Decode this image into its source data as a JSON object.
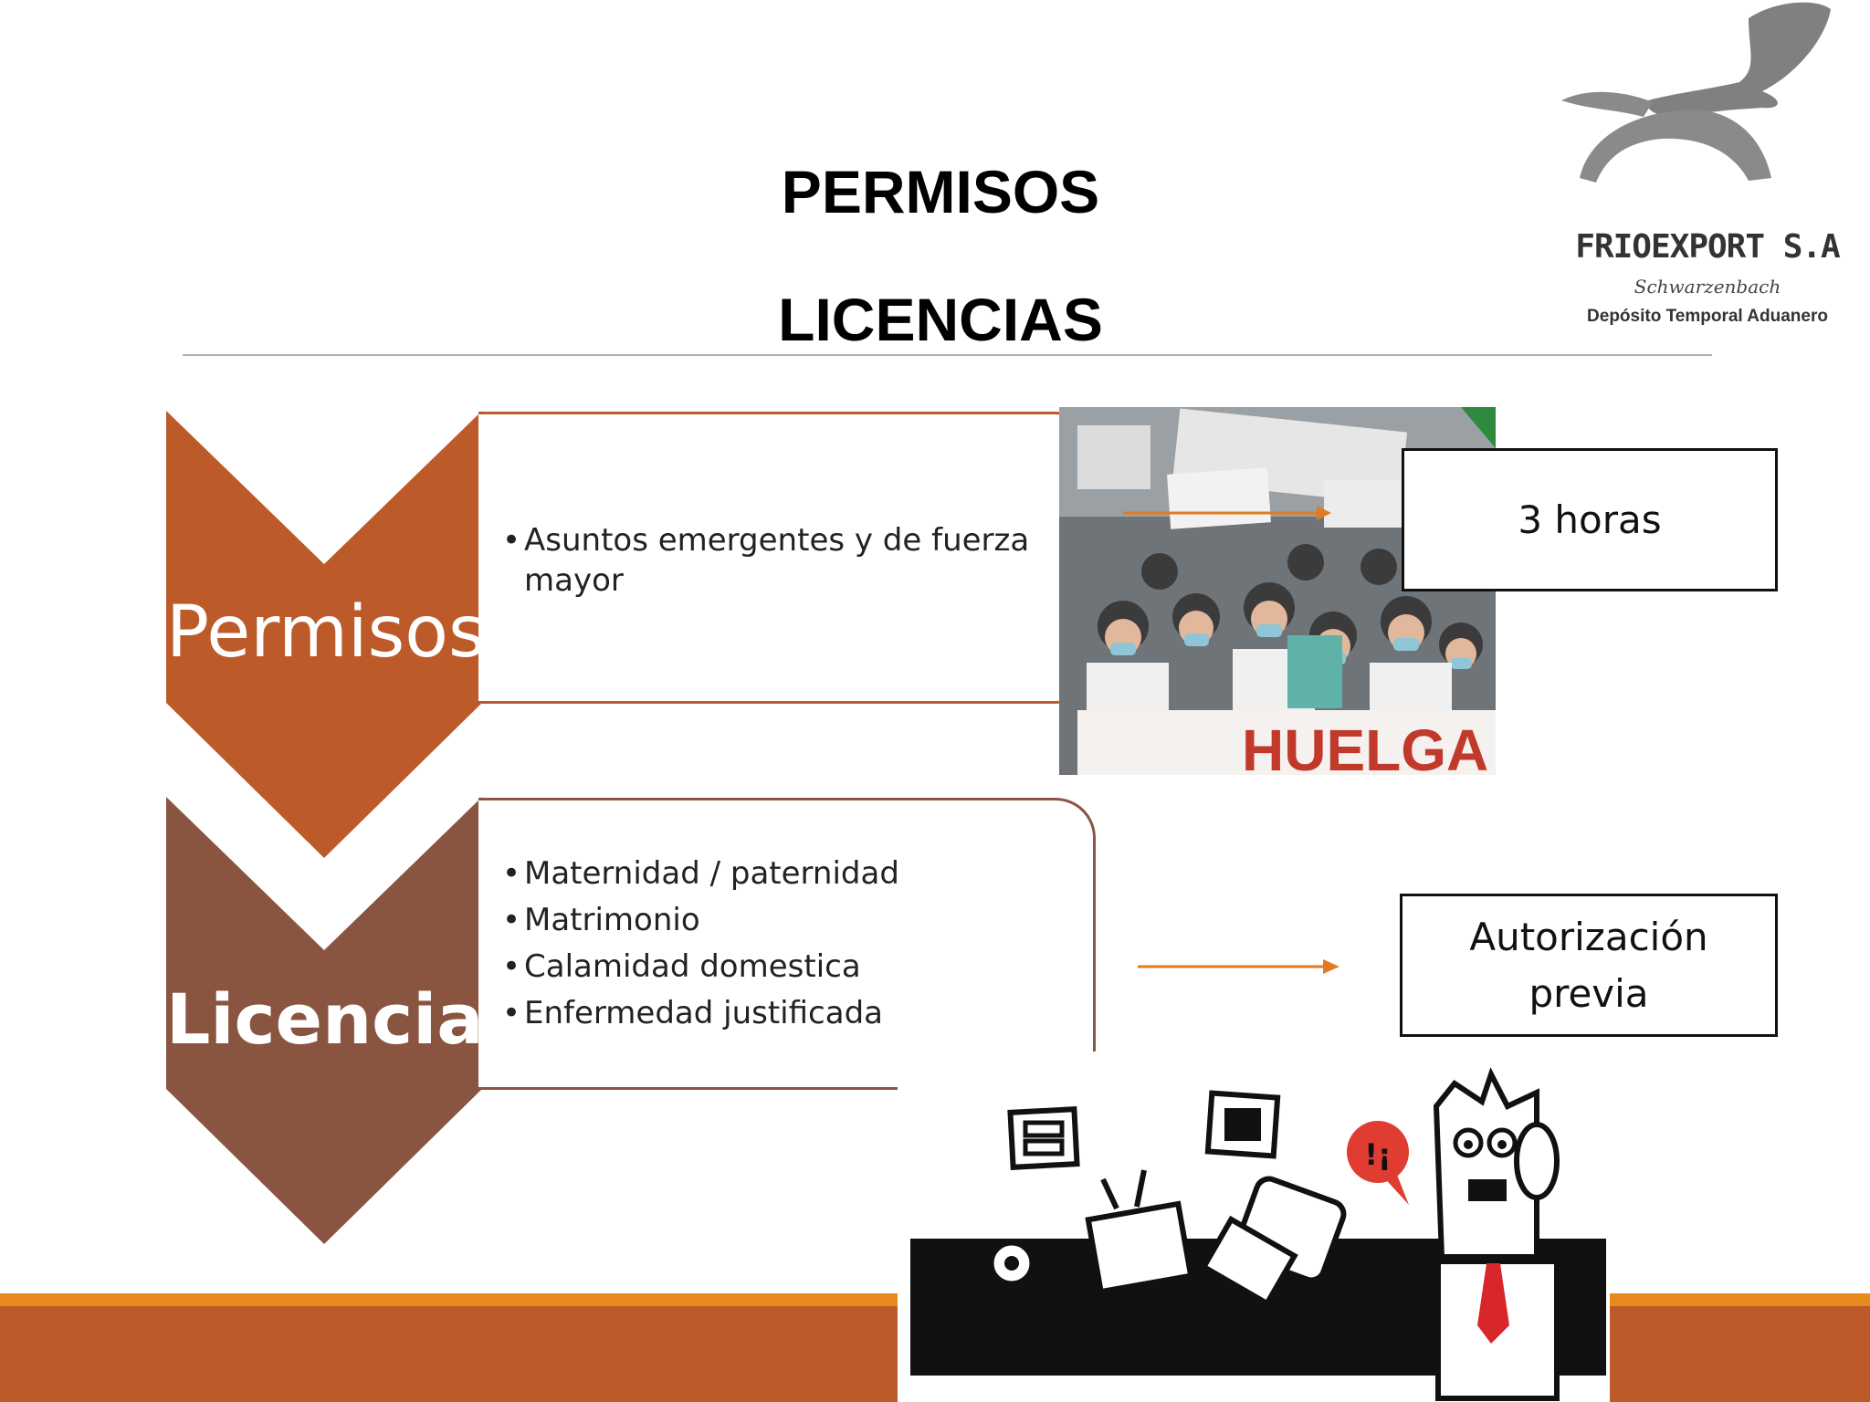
{
  "header": {
    "title_1": "PERMISOS",
    "title_2": "LICENCIAS"
  },
  "logo": {
    "name": "FRIOEXPORT S.A",
    "script_text": "Schwarzenbach",
    "tagline": "Depósito Temporal Aduanero"
  },
  "permisos": {
    "label": "Permisos",
    "items": [
      "Asuntos emergentes y de fuerza mayor"
    ],
    "result": "3 horas",
    "photo_banner_text": "HUELGA"
  },
  "licencias": {
    "label": "Licencias",
    "items": [
      "Maternidad / paternidad",
      "Matrimonio",
      "Calamidad domestica",
      "Enfermedad justificada"
    ],
    "result_line_1": "Autorización",
    "result_line_2": "previa",
    "cartoon_speech": "!¡"
  },
  "colors": {
    "chevron_1": "#bd5a2a",
    "chevron_2": "#8a5540",
    "arrow": "#e07b22",
    "footer_band": "#bd5a2a",
    "footer_strip": "#e8891d",
    "logo_gray": "#7f7f7f"
  }
}
